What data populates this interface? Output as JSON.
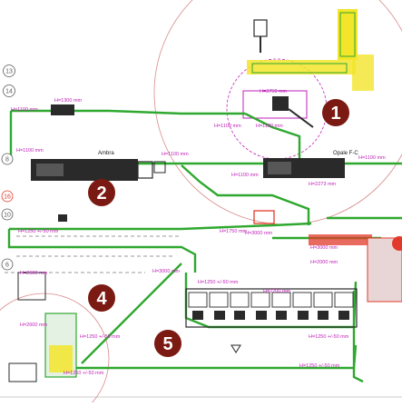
{
  "markers": [
    "1",
    "2",
    "4",
    "5"
  ],
  "ref_numbers": [
    "13",
    "14",
    "8",
    "16",
    "10",
    "6"
  ],
  "machines": {
    "ambra": "Ambra",
    "opale": "Opale F-C"
  },
  "heights": {
    "h1100_a": "H=1100 mm",
    "h1300": "H=1300 mm",
    "h1100_left": "H=1100 mm",
    "h1100_mid": "H=1100 mm",
    "h1100_top": "H=1100 mm",
    "h3750": "H=3750 mm",
    "h1100_centre": "H=1100 mm",
    "h1100_right": "H=1100 mm",
    "h2273": "H=2273 mm",
    "h1100_lower": "H=1100 mm",
    "h1250_left": "H=1250 +/-50 mm",
    "h1750": "H=1750 mm",
    "h3000_a": "H=3000 mm",
    "h3000_b": "H=3000 mm",
    "h2000": "H=2000 mm",
    "h3000_c": "H=3000 mm",
    "h2600_top": "H=2600 mm",
    "h1250_mid": "H=1250 +/-50 mm",
    "h2200": "H=2200 mm",
    "h2600_bottom": "H=2600 mm",
    "h1250_b1": "H=1250 +/-50 mm",
    "h1250_b2": "H=1250 +/-50 mm",
    "h1250_b3": "H=1250 +/-50 mm",
    "h1250_b4": "H=1250 +/-50 mm"
  },
  "colors": {
    "conveyor": "#2fa82f",
    "machine": "#2a2a2a",
    "label": "#c01fb8",
    "marker": "#7a1a12",
    "circle": "#d98a8a",
    "accent_yellow": "#f3e52a",
    "accent_red": "#e23a2a"
  }
}
